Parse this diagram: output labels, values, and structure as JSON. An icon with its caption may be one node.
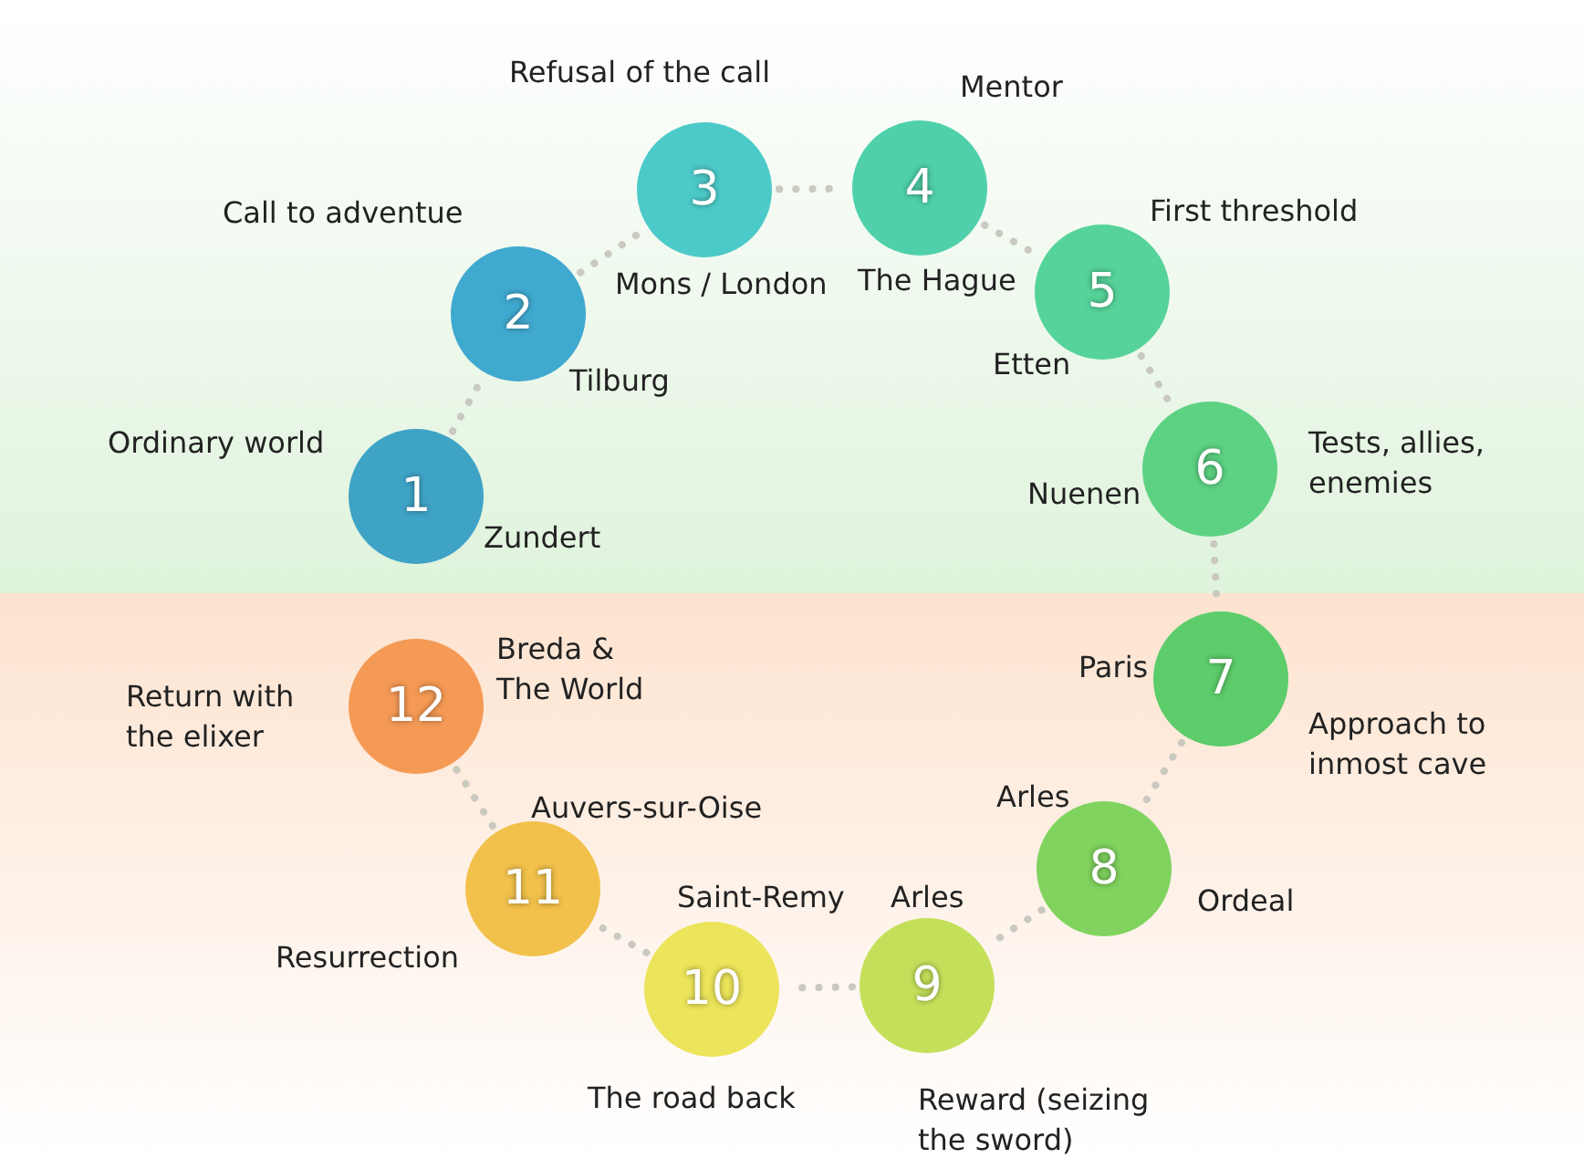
{
  "diagram": {
    "nodes": [
      {
        "text": [
          "1"
        ],
        "beside": [
          "Ordinary world",
          "Zundert"
        ]
      },
      {
        "text": [
          "2"
        ],
        "beside": [
          "Call to adventue",
          "Tilburg"
        ]
      },
      {
        "text": [
          "3"
        ],
        "beside": [
          "Refusal of the call",
          "Mons / London"
        ]
      },
      {
        "text": [
          "4"
        ],
        "beside": [
          "Mentor",
          "The Hague"
        ]
      },
      {
        "text": [
          "5"
        ],
        "beside": [
          "First threshold",
          "Etten"
        ]
      },
      {
        "text": [
          "6"
        ],
        "beside": [
          "Tests, allies, enemies",
          "Nuenen"
        ]
      },
      {
        "text": [
          "7"
        ],
        "beside": [
          "Paris",
          "Approach to inmost cave"
        ]
      },
      {
        "text": [
          "8"
        ],
        "beside": [
          "Arles",
          "Ordeal"
        ]
      },
      {
        "text": [
          "9"
        ],
        "beside": [
          "Arles",
          "Reward (seizing the sword)"
        ]
      },
      {
        "text": [
          "10"
        ],
        "beside": [
          "Saint-Remy",
          "The road back"
        ]
      },
      {
        "text": [
          "11"
        ],
        "beside": [
          "Auvers-sur-Oise",
          "Resurrection"
        ]
      },
      {
        "text": [
          "12"
        ],
        "beside": [
          "Return with the elixer",
          "Breda & The World"
        ]
      }
    ],
    "edges": [
      {
        "from": 0,
        "to": 1,
        "arrow": "none"
      },
      {
        "from": 1,
        "to": 2,
        "arrow": "none"
      },
      {
        "from": 2,
        "to": 3,
        "arrow": "none"
      },
      {
        "from": 3,
        "to": 4,
        "arrow": "none"
      },
      {
        "from": 4,
        "to": 5,
        "arrow": "none"
      },
      {
        "from": 5,
        "to": 6,
        "arrow": "none"
      },
      {
        "from": 6,
        "to": 7,
        "arrow": "none"
      },
      {
        "from": 7,
        "to": 8,
        "arrow": "none"
      },
      {
        "from": 8,
        "to": 9,
        "arrow": "none"
      },
      {
        "from": 9,
        "to": 10,
        "arrow": "none"
      },
      {
        "from": 10,
        "to": 11,
        "arrow": "none"
      }
    ]
  }
}
